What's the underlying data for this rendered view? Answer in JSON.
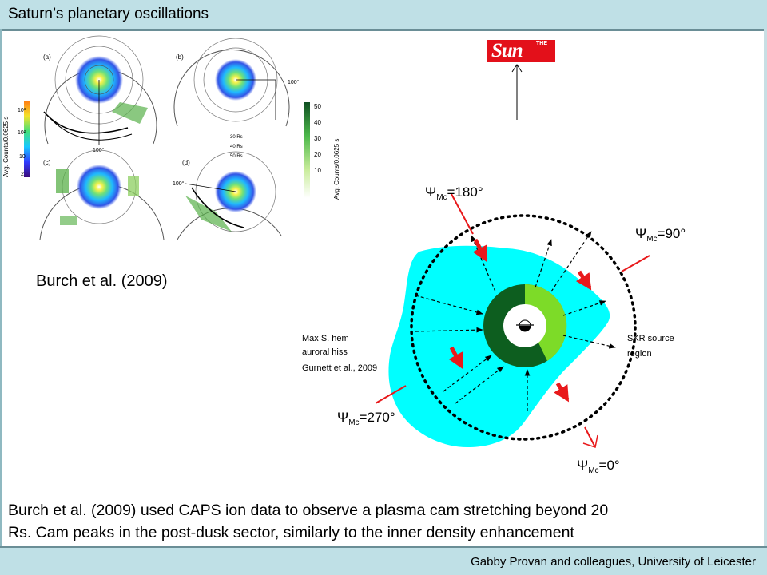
{
  "header": {
    "title": "Saturn’s planetary oscillations"
  },
  "figure_left": {
    "panel_labels": [
      "(a)",
      "(b)",
      "(c)",
      "(d)"
    ],
    "angle_labels": [
      "100°",
      "100°",
      "100°"
    ],
    "radius_labels": [
      "30 Rs",
      "40 Rs",
      "50 Rs"
    ],
    "colorbar_left": {
      "label": "Avg. Counts/0.0625 s",
      "ticks": [
        "10³",
        "10²",
        "10",
        "2"
      ]
    },
    "colorbar_right": {
      "label": "Avg. Counts/0.0625 s",
      "ticks": [
        "50",
        "40",
        "30",
        "20",
        "10"
      ]
    }
  },
  "citation": "Burch et al. (2009)",
  "logo": {
    "name": "sun-newspaper-logo",
    "the_text": "THE",
    "sun_text": "Sun"
  },
  "schematic": {
    "psi_labels": {
      "psi180": {
        "symbol": "Ψ",
        "sub": "Mc",
        "value": "=180°"
      },
      "psi90": {
        "symbol": "Ψ",
        "sub": "Mc",
        "value": "=90°"
      },
      "psi270": {
        "symbol": "Ψ",
        "sub": "Mc",
        "value": "=270°"
      },
      "psi0": {
        "symbol": "Ψ",
        "sub": "Mc",
        "value": "=0°"
      }
    },
    "max_hiss": [
      "Max S. hem",
      "auroral hiss",
      "Gurnett et al., 2009"
    ],
    "skr": [
      "SKR source",
      "region"
    ],
    "colors": {
      "plasma": "#00ffff",
      "inner_dark": "#0d5e1f",
      "inner_light": "#7ddb28",
      "arrows": "#e8191b"
    }
  },
  "caption": {
    "line1": "Burch et al. (2009) used CAPS ion data to observe a plasma cam stretching beyond 20",
    "line2": "Rs.  Cam peaks in the post-dusk sector, similarly to the inner density enhancement"
  },
  "footer": {
    "credit": "Gabby Provan and colleagues, University of Leicester"
  }
}
